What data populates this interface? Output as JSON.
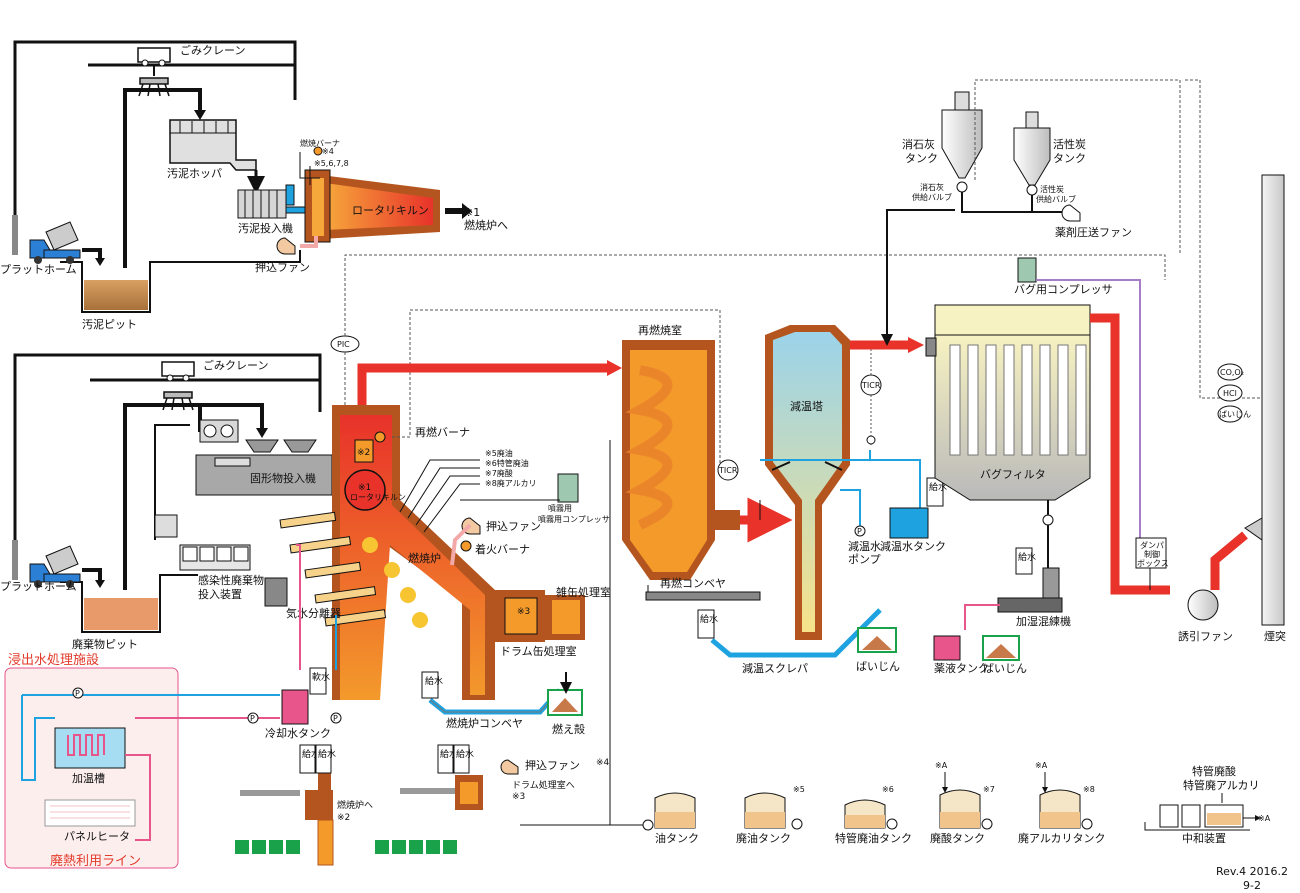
{
  "labels": {
    "crane_top": "ごみクレーン",
    "crane_bottom": "ごみクレーン",
    "platform_top": "プラットホーム",
    "platform_bottom": "プラットホーム",
    "sludge_hopper": "汚泥ホッパ",
    "sludge_feeder": "汚泥投入機",
    "sludge_pit": "汚泥ピット",
    "waste_pit": "廃棄物ピット",
    "burner_top": "燃焼バーナ",
    "note4_top": "※4",
    "note5678": "※5,6,7,8",
    "rotary_kiln": "ロータリキルン",
    "to_furnace_note": "※1",
    "to_furnace": "燃焼炉へ",
    "push_fan_top": "押込ファン",
    "pic": "PIC",
    "reburn_chamber": "再燃焼室",
    "reburn_burner": "再燃バーナ",
    "solid_feeder": "固形物投入機",
    "note2": "※2",
    "kiln_note": "※1",
    "kiln_small": "ロータリキルン",
    "waste_oil_list": [
      "※5廃油",
      "※6特管廃油",
      "※7廃酸",
      "※8廃アルカリ"
    ],
    "spray_compressor": "噴霧用コンプレッサ",
    "push_fan_mid": "押込ファン",
    "ignition_burner": "着火バーナ",
    "furnace": "燃焼炉",
    "infectious_feeder_1": "感染性廃棄物",
    "infectious_feeder_2": "投入装置",
    "steam_separator": "気水分離器",
    "can_room": "雑缶処理室",
    "note3": "※3",
    "drum_room": "ドラム缶処理室",
    "furnace_conveyor": "燃焼炉コンベヤ",
    "ash": "燃え殻",
    "soft_water": "軟水",
    "cooling_tank": "冷却水タンク",
    "leachate_title": "浸出水処理施設",
    "heating_tank": "加温槽",
    "panel_heater": "パネルヒータ",
    "heat_line": "廃熱利用ライン",
    "feed_water": "給水",
    "to_furnace_2a": "燃焼炉へ",
    "to_furnace_2b": "※2",
    "push_fan_bot": "押込ファン",
    "to_drum_room": "ドラム処理室へ",
    "note3b": "※3",
    "note4_bot": "※4",
    "reburn_conveyor": "再燃コンベヤ",
    "ticr_1": "TICR",
    "ticr_2": "TICR",
    "cooling_tower": "減温塔",
    "cooling_pump_1": "減温水",
    "cooling_pump_2": "ポンプ",
    "cooling_water_tank": "減温水タンク",
    "cooling_scraper": "減温スクレパ",
    "fly_ash_1": "ばいじん",
    "fly_ash_2": "ばいじん",
    "lime_tank_1": "消石灰",
    "lime_tank_2": "タンク",
    "carbon_tank_1": "活性炭",
    "carbon_tank_2": "タンク",
    "lime_valve_1": "消石灰",
    "lime_valve_2": "供給バルブ",
    "carbon_valve_1": "活性炭",
    "carbon_valve_2": "供給バルブ",
    "chem_fan": "薬剤圧送ファン",
    "bag_compressor": "バグ用コンプレッサ",
    "bag_filter": "バグフィルタ",
    "damper_1": "ダンパ",
    "damper_2": "制御",
    "damper_3": "ボックス",
    "mixer": "加湿混練機",
    "chem_tank": "薬液タンク",
    "induced_fan": "誘引ファン",
    "stack": "煙突",
    "co_o2": "CO,O₂",
    "hcl": "HCl",
    "dust": "ばいじん",
    "oil_tank": "油タンク",
    "waste_oil_tank": "廃油タンク",
    "special_oil_tank": "特管廃油タンク",
    "acid_tank": "廃酸タンク",
    "alkali_tank": "廃アルカリタンク",
    "n5": "※5",
    "n6": "※6",
    "n7": "※7",
    "n8": "※8",
    "na1": "※A",
    "na2": "※A",
    "na3": "※A",
    "neutral_title_1": "特管廃酸",
    "neutral_title_2": "特管廃アルカリ",
    "neutralizer": "中和装置",
    "rev": "Rev.4 2016.2",
    "page": "9-2",
    "pump": "P"
  },
  "colors": {
    "flue_gas": "#e8322a",
    "water": "#1fa3e0",
    "brick": "#b4551f",
    "pink_line": "#e8558a",
    "purple_line": "#a77cc9",
    "leachate_red": "#e23a2a"
  }
}
